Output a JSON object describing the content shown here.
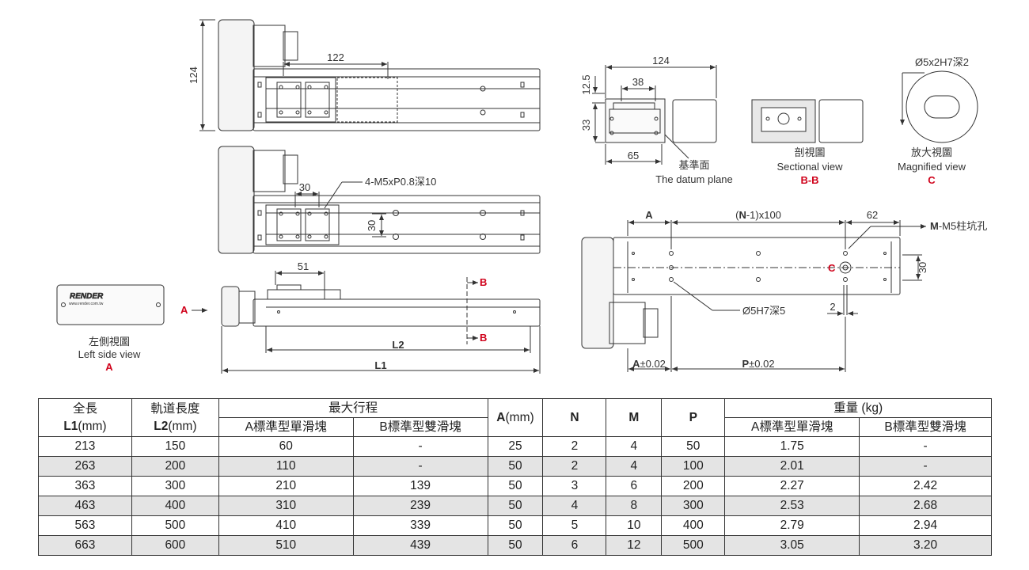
{
  "drawing": {
    "top_view": {
      "dim_height": "124",
      "dim_stroke_span": "122"
    },
    "middle_view": {
      "dim_pitch_x": "30",
      "dim_pitch_y": "30",
      "note_holes": "4-M5xP0.8深10"
    },
    "front_view": {
      "dim_51": "51",
      "label_L2": "L2",
      "label_L1": "L1",
      "arrow_A": "A",
      "section_B_top": "B",
      "section_B_bottom": "B"
    },
    "left_side_view": {
      "brand": "RENDER",
      "website": "www.render.com.tw",
      "caption_zh": "左側視圖",
      "caption_en": "Left side view",
      "letter": "A"
    },
    "end_view": {
      "dim_124": "124",
      "dim_38": "38",
      "dim_12_5": "12.5",
      "dim_33": "33",
      "dim_65": "65",
      "datum_zh": "基準面",
      "datum_en": "The datum plane"
    },
    "section_view": {
      "caption_zh": "剖視圖",
      "caption_en": "Sectional view",
      "letter": "B-B"
    },
    "magnified_view": {
      "note": "Ø5x2H7深2",
      "caption_zh": "放大視圖",
      "caption_en": "Magnified view",
      "letter": "C"
    },
    "bottom_view": {
      "dim_A": "A",
      "dim_pitch_prefix": "(",
      "dim_pitch_N": "N",
      "dim_pitch_suffix": "-1)x100",
      "dim_62": "62",
      "note_M": "M",
      "note_M_rest": "-M5柱坑孔",
      "note_dowel": "Ø5H7深5",
      "dim_30": "30",
      "dim_2": "2",
      "marker_C": "C",
      "tol_A": "A",
      "tol_A_rest": "±0.02",
      "tol_P": "P",
      "tol_P_rest": "±0.02"
    }
  },
  "table": {
    "headers": {
      "total_length_zh": "全長",
      "total_length_sym": "L1",
      "total_length_unit": "(mm)",
      "rail_length_zh": "軌道長度",
      "rail_length_sym": "L2",
      "rail_length_unit": "(mm)",
      "max_stroke": "最大行程",
      "stroke_single": "A標準型單滑塊",
      "stroke_double": "B標準型雙滑塊",
      "a_sym": "A",
      "a_unit": "(mm)",
      "n": "N",
      "m": "M",
      "p": "P",
      "weight": "重量 (kg)",
      "weight_single": "A標準型單滑塊",
      "weight_double": "B標準型雙滑塊"
    },
    "rows": [
      [
        "213",
        "150",
        "60",
        "-",
        "25",
        "2",
        "4",
        "50",
        "1.75",
        "-"
      ],
      [
        "263",
        "200",
        "110",
        "-",
        "50",
        "2",
        "4",
        "100",
        "2.01",
        "-"
      ],
      [
        "363",
        "300",
        "210",
        "139",
        "50",
        "3",
        "6",
        "200",
        "2.27",
        "2.42"
      ],
      [
        "463",
        "400",
        "310",
        "239",
        "50",
        "4",
        "8",
        "300",
        "2.53",
        "2.68"
      ],
      [
        "563",
        "500",
        "410",
        "339",
        "50",
        "5",
        "10",
        "400",
        "2.79",
        "2.94"
      ],
      [
        "663",
        "600",
        "510",
        "439",
        "50",
        "6",
        "12",
        "500",
        "3.05",
        "3.20"
      ]
    ]
  },
  "colors": {
    "accent_red": "#d0021b",
    "line": "#333333",
    "row_shade": "#e4e4e4"
  }
}
